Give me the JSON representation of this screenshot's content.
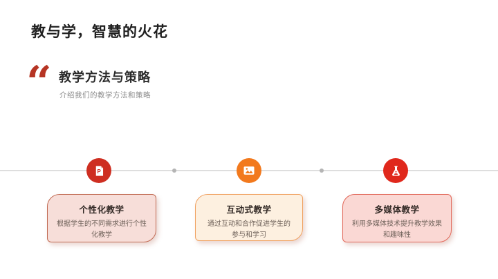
{
  "slide": {
    "title": "教与学，智慧的火花",
    "quote": {
      "mark": "“",
      "heading": "教学方法与策略",
      "subheading": "介绍我们的教学方法和策略"
    },
    "timeline": {
      "items": [
        {
          "icon": "ppt-file-icon",
          "icon_letter": "P",
          "title": "个性化教学",
          "description": "根据学生的不同需求进行个性化教学",
          "colors": {
            "circle": "#ce2e21",
            "border": "#c06a52",
            "background": "#f7ded9"
          }
        },
        {
          "icon": "image-icon",
          "title": "互动式教学",
          "description": "通过互动和合作促进学生的参与和学习",
          "colors": {
            "circle": "#f2791d",
            "border": "#f0a160",
            "background": "#fdf0e0"
          }
        },
        {
          "icon": "flask-icon",
          "title": "多媒体教学",
          "description": "利用多媒体技术提升教学效果和趣味性",
          "colors": {
            "circle": "#e0281c",
            "border": "#e2685a",
            "background": "#fad8d4"
          }
        }
      ]
    },
    "colors": {
      "title_text": "#1f1f1f",
      "quote_mark": "#b63524",
      "heading_text": "#2b2b2b",
      "subheading_text": "#8a8a8a",
      "timeline_line": "#dedede",
      "timeline_dot": "#b5b5b5"
    }
  }
}
